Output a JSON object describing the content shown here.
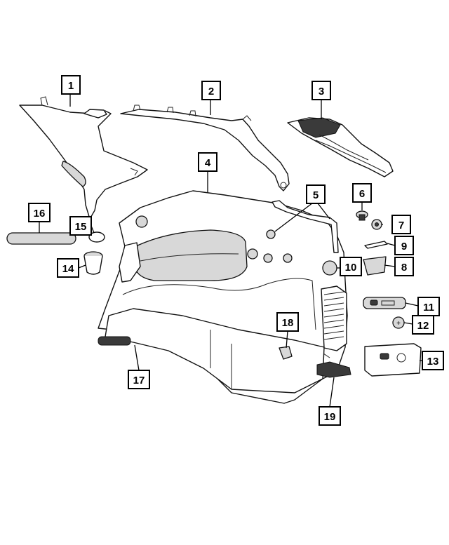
{
  "diagram": {
    "colors": {
      "ink": "#000000",
      "panel_fill": "#ffffff",
      "shade": "#d8d8d8",
      "dark": "#3a3a3a"
    },
    "callouts": [
      "1",
      "2",
      "3",
      "4",
      "5",
      "6",
      "7",
      "8",
      "9",
      "10",
      "11",
      "12",
      "13",
      "14",
      "15",
      "16",
      "17",
      "18",
      "19"
    ]
  }
}
